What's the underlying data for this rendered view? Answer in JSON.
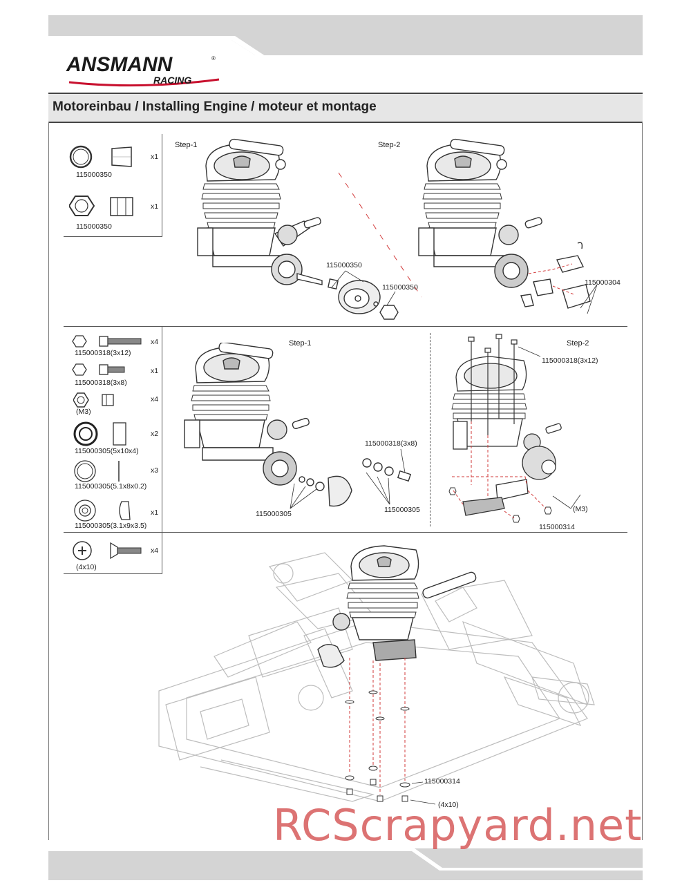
{
  "brand": {
    "name": "ANSMANN",
    "sub": "RACING",
    "registered": "®",
    "color_dark": "#1a1a1a",
    "color_accent": "#c8102e"
  },
  "page_title": "Motoreinbau / Installing Engine / moteur et montage",
  "section1": {
    "parts": [
      {
        "code": "115000350",
        "qty": "x1",
        "shape": "ring-bushing"
      },
      {
        "code": "115000350",
        "qty": "x1",
        "shape": "nut"
      }
    ],
    "steps": [
      "Step-1",
      "Step-2"
    ],
    "callouts": [
      "115000350",
      "115000350",
      "115000304"
    ]
  },
  "section2": {
    "parts": [
      {
        "code": "115000318(3x12)",
        "qty": "x4",
        "shape": "cap-screw-long"
      },
      {
        "code": "115000318(3x8)",
        "qty": "x1",
        "shape": "cap-screw-short"
      },
      {
        "code": "(M3)",
        "qty": "x4",
        "shape": "lock-nut"
      },
      {
        "code": "115000305(5x10x4)",
        "qty": "x2",
        "shape": "bearing"
      },
      {
        "code": "115000305(5.1x8x0.2)",
        "qty": "x3",
        "shape": "shim"
      },
      {
        "code": "115000305(3.1x9x3.5)",
        "qty": "x1",
        "shape": "washer"
      }
    ],
    "steps": [
      "Step-1",
      "Step-2"
    ],
    "callouts": [
      "115000318(3x8)",
      "115000305",
      "115000305",
      "115000318(3x12)",
      "(M3)",
      "115000314"
    ]
  },
  "section3": {
    "parts": [
      {
        "code": "(4x10)",
        "qty": "x4",
        "shape": "countersunk-screw"
      }
    ],
    "callouts": [
      "115000314",
      "(4x10)"
    ]
  },
  "watermark": "RCScrapyard.net",
  "colors": {
    "header_gray": "#d4d4d4",
    "title_gray": "#e6e6e6",
    "guide_red": "#d23a3a",
    "watermark": "#d65a5a"
  }
}
